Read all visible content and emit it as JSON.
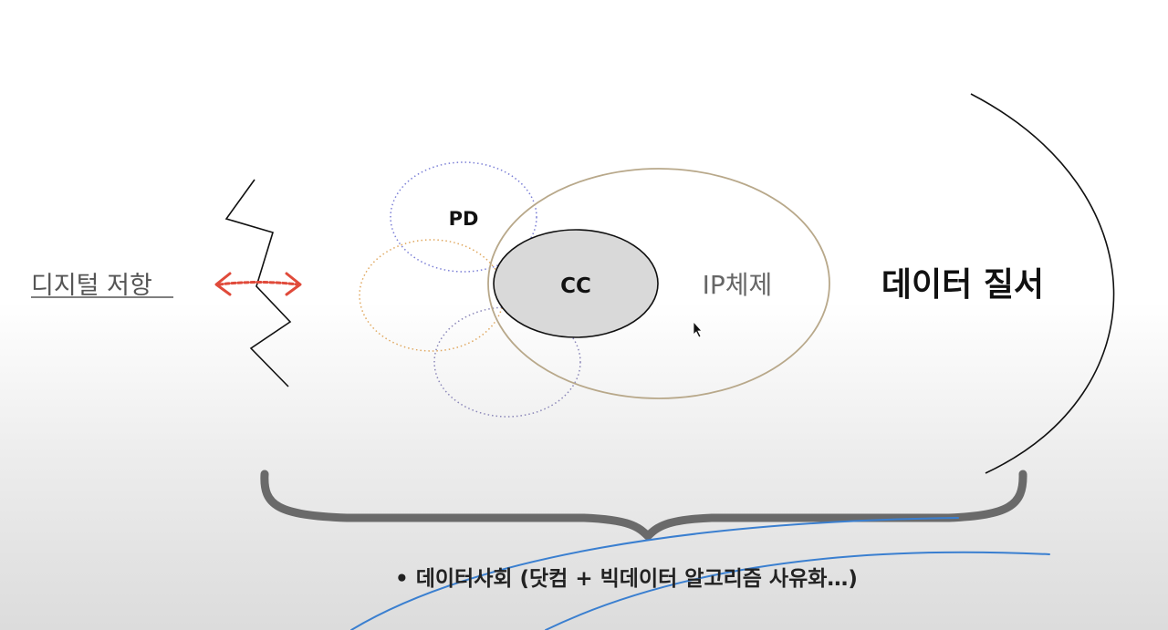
{
  "left_label": "디지털 저항",
  "right_label": "데이터 질서",
  "circles": {
    "pd": "PD",
    "cc": "CC",
    "ip": "IP체제"
  },
  "bottom_caption": "• 데이터사회 (닷컴 + 빅데이터 알고리즘 사유화…)",
  "colors": {
    "arrow": "#e04a3a",
    "pd_circle": "#7b7fd6",
    "orange_circle": "#e0a860",
    "purple_circle": "#8a86b8",
    "ip_circle": "#b8a88a",
    "cc_fill": "#d9d9d9",
    "brace": "#6a6a6a",
    "pen": "#3a7fd0"
  }
}
